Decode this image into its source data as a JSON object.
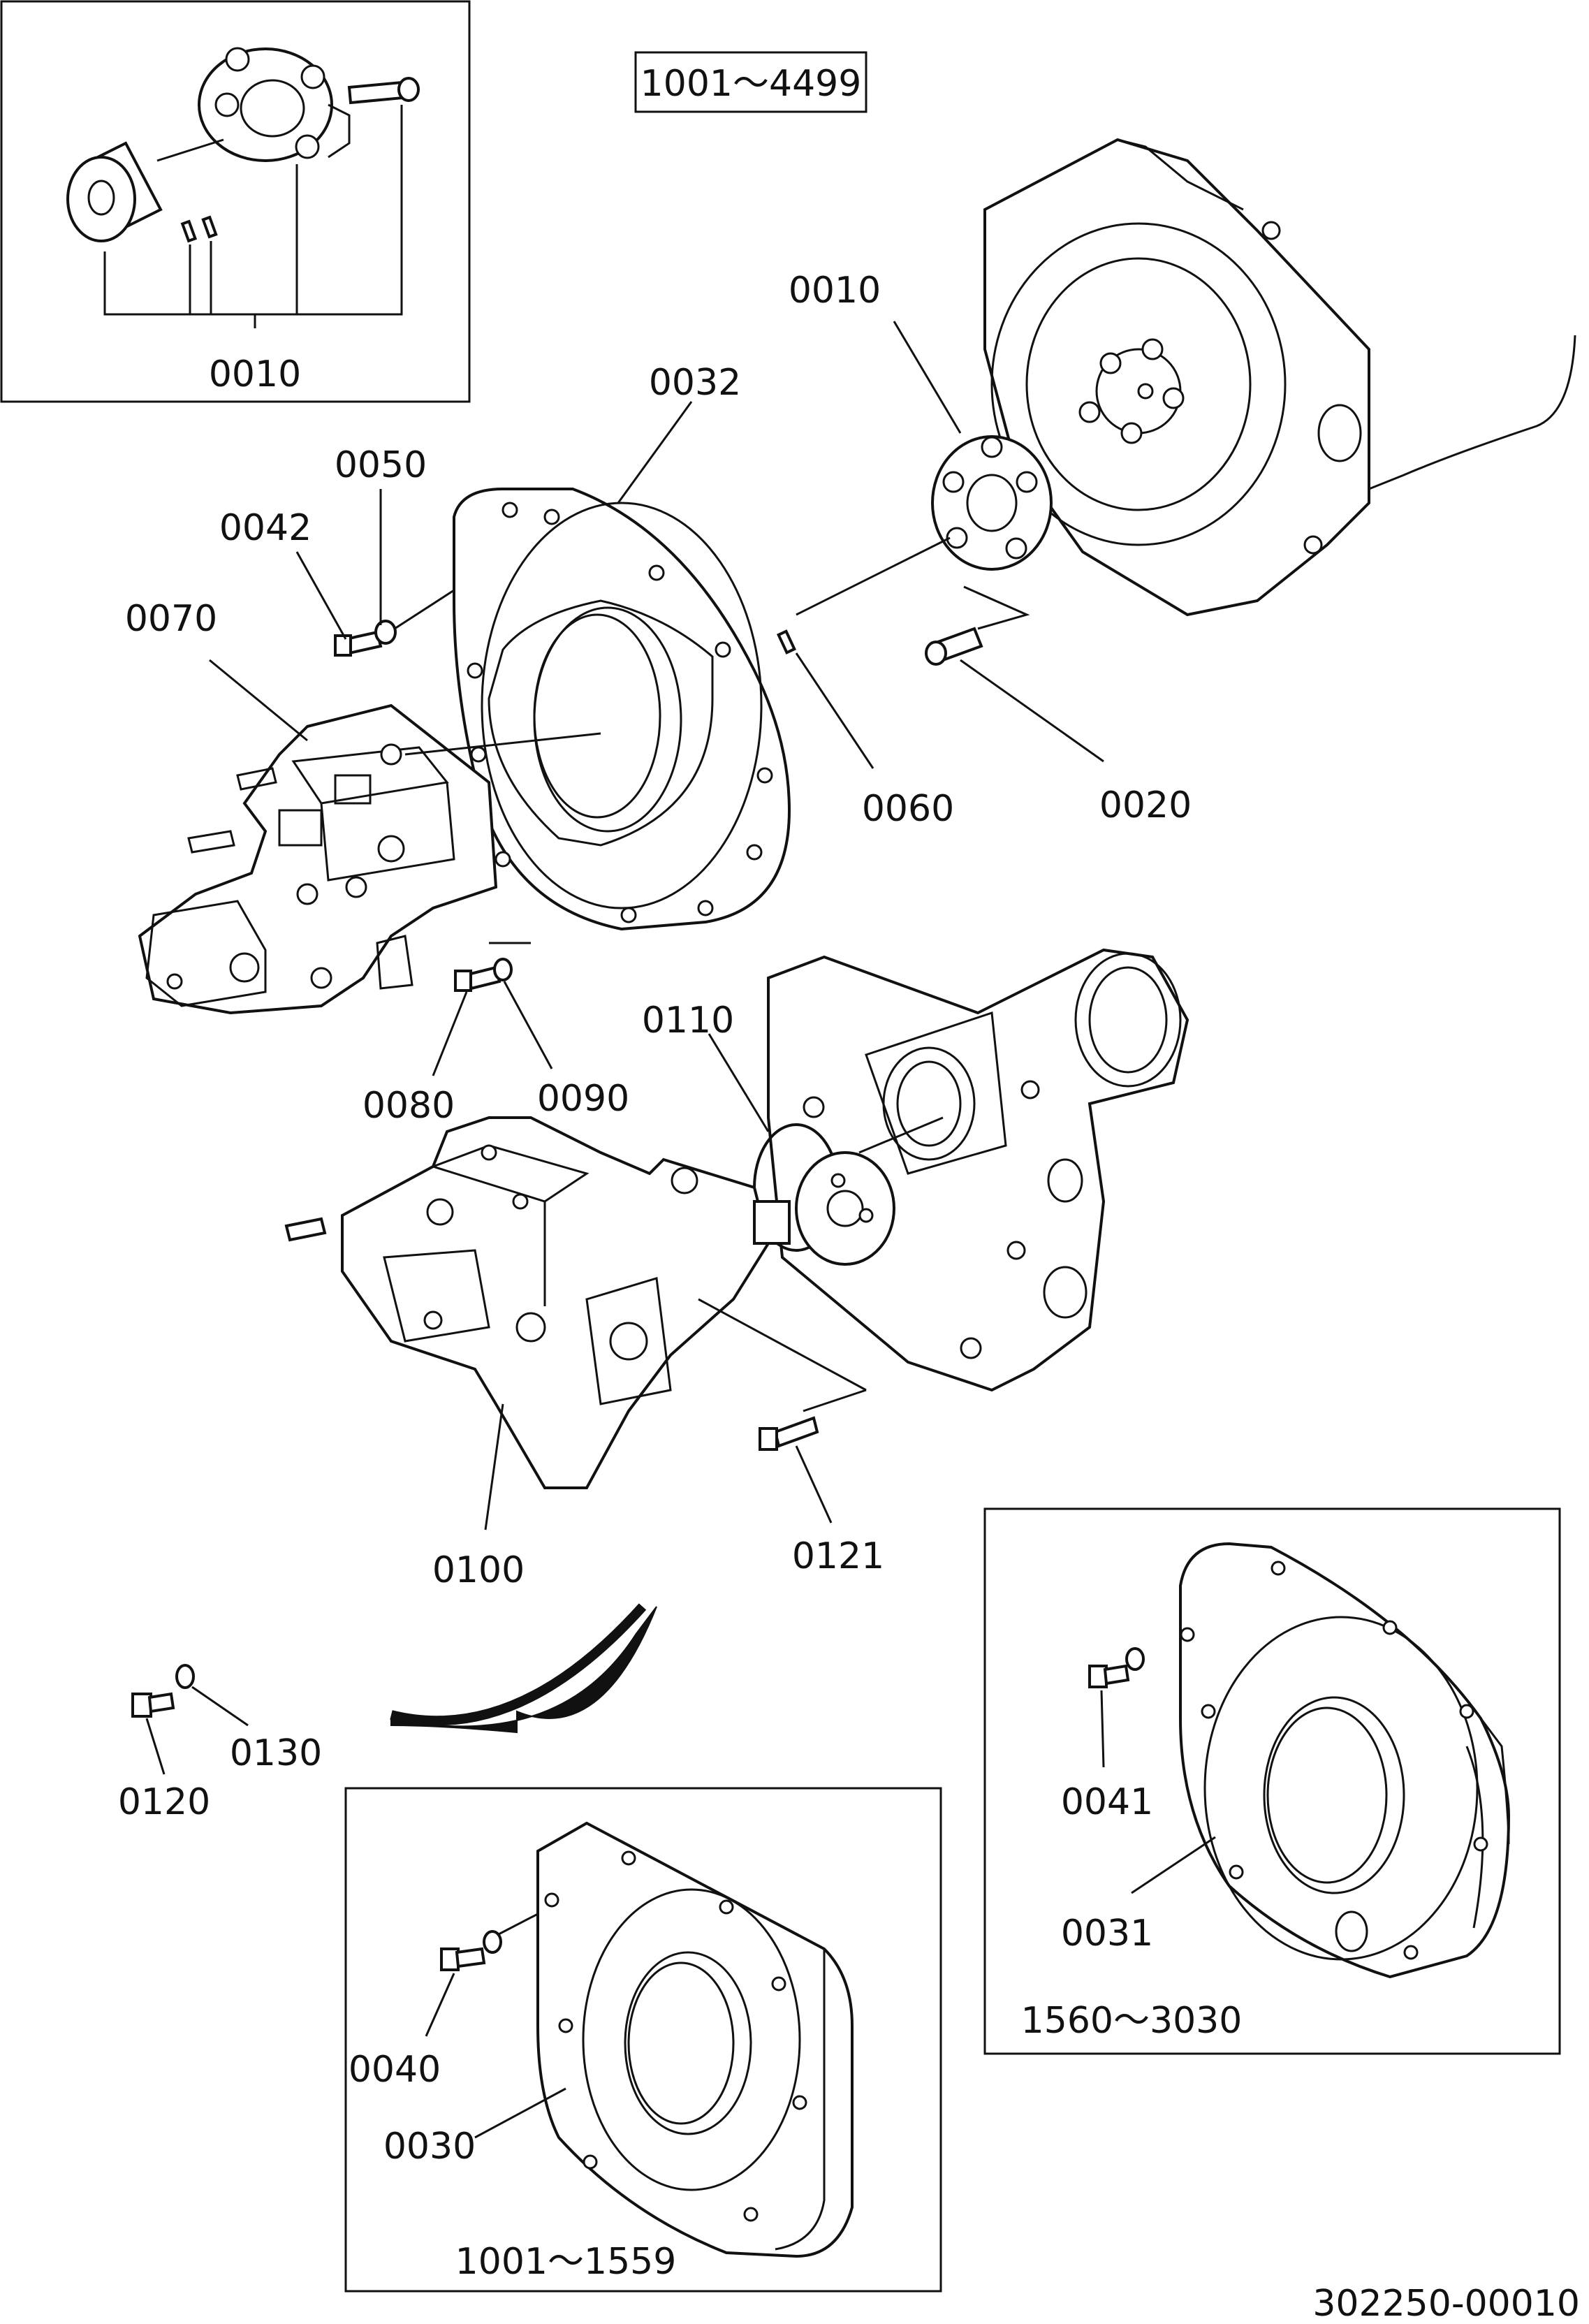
{
  "serial_ranges": {
    "top": "1001～4499",
    "bottom_left": "1001～1559",
    "bottom_right": "1560～3030"
  },
  "parts": {
    "p0010_inset": "0010",
    "p0010": "0010",
    "p0020": "0020",
    "p0030": "0030",
    "p0031": "0031",
    "p0032": "0032",
    "p0040": "0040",
    "p0041": "0041",
    "p0042": "0042",
    "p0050": "0050",
    "p0060": "0060",
    "p0070": "0070",
    "p0080": "0080",
    "p0090": "0090",
    "p0100": "0100",
    "p0110": "0110",
    "p0120": "0120",
    "p0121": "0121",
    "p0130": "0130"
  },
  "drawing_number": "302250-00010"
}
